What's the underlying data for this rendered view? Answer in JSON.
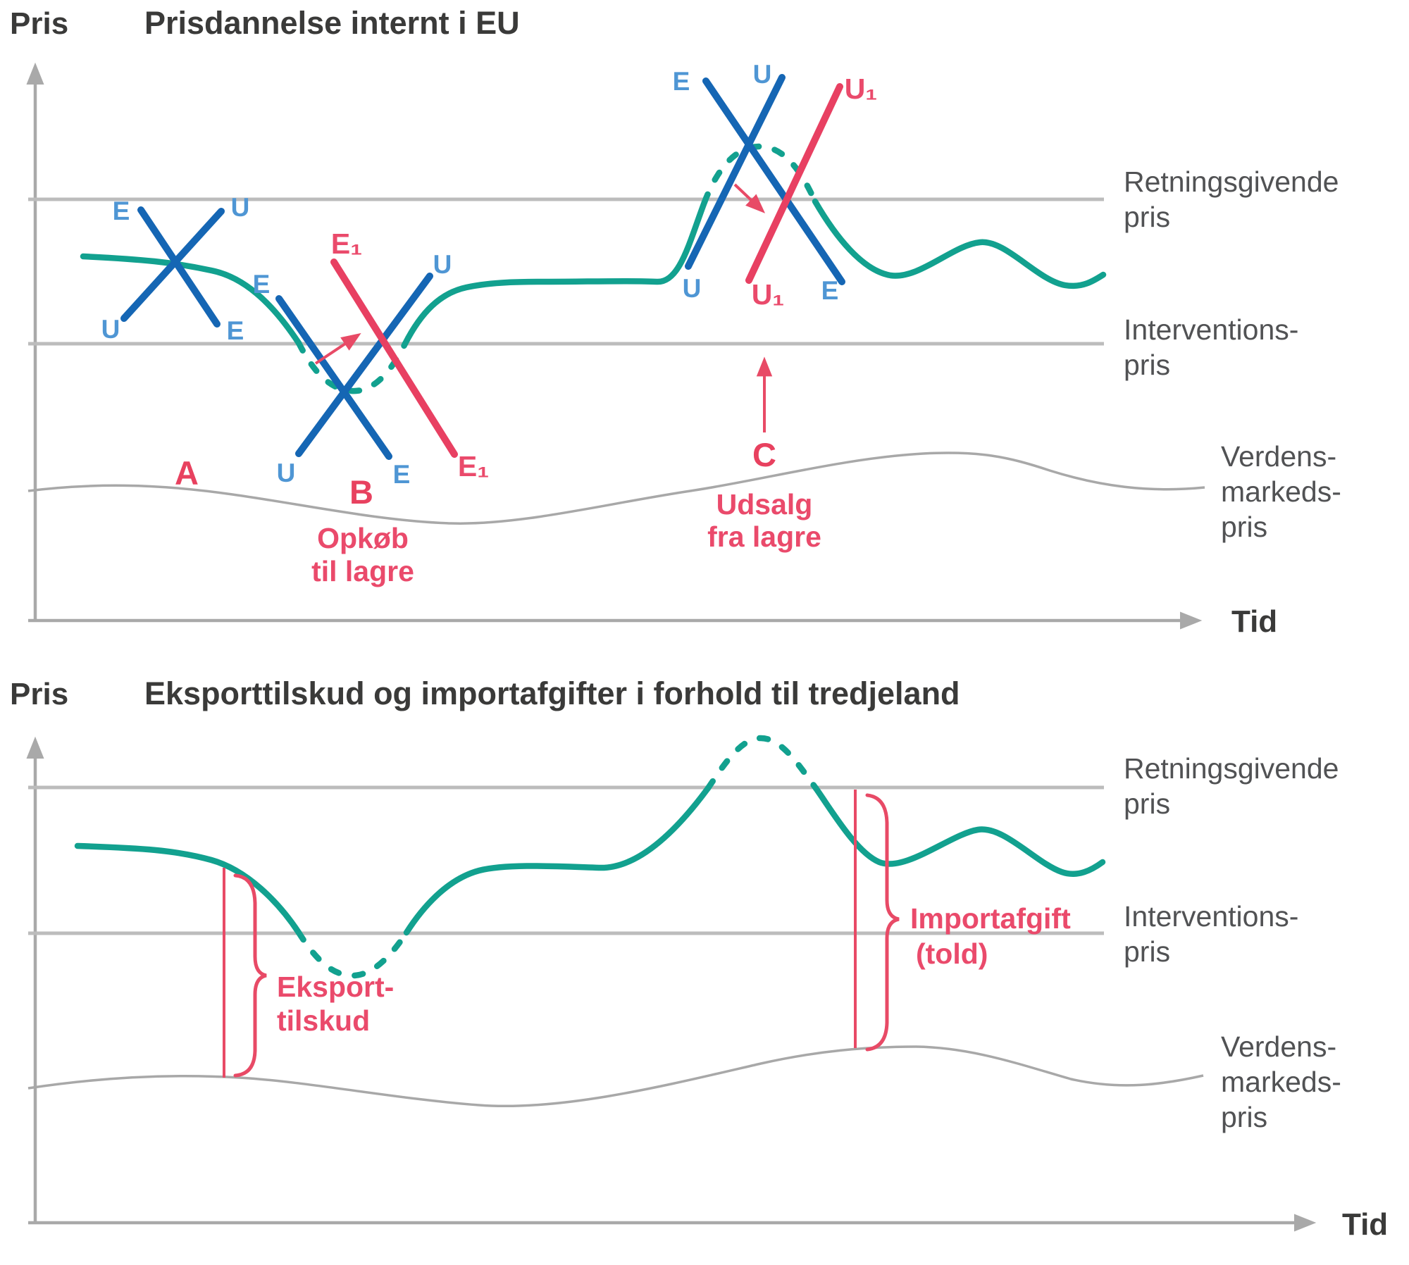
{
  "colors": {
    "eu_price_curve": "#12a18f",
    "supply_demand_blue": "#1566b4",
    "blue_label": "#4f96d4",
    "shift_red": "#e84062",
    "red_label": "#ea4a6b",
    "price_line_gray": "#bcbcbc",
    "world_curve_gray": "#a8a8a8",
    "heading_dark": "#3a3a39",
    "side_label_gray": "#515254"
  },
  "top": {
    "axis_price": "Pris",
    "title": "Prisdannelse internt i EU",
    "axis_time": "Tid",
    "guide_line1": "Retningsgivende",
    "guide_line2": "pris",
    "intervention_line1": "Interventions-",
    "intervention_line2": "pris",
    "world_line1": "Verdens-",
    "world_line2": "markeds-",
    "world_line3": "pris",
    "marker_a": "A",
    "marker_b": "B",
    "marker_c": "C",
    "caption_b_line1": "Opkøb",
    "caption_b_line2": "til lagre",
    "caption_c_line1": "Udsalg",
    "caption_c_line2": "fra lagre",
    "cross_a": {
      "e_top": "E",
      "u_top": "U",
      "u_bottom": "U",
      "e_bottom": "E"
    },
    "cross_b": {
      "e_top": "E",
      "e1_top": "E₁",
      "u_top": "U",
      "u_bottom": "U",
      "e_bottom": "E",
      "e1_bottom": "E₁"
    },
    "cross_c": {
      "e_top": "E",
      "u_top": "U",
      "u1_top": "U₁",
      "u_bottom": "U",
      "u1_bottom": "U₁",
      "e_bottom": "E"
    }
  },
  "bottom": {
    "axis_price": "Pris",
    "title": "Eksporttilskud og importafgifter i forhold til tredjeland",
    "axis_time": "Tid",
    "guide_line1": "Retningsgivende",
    "guide_line2": "pris",
    "intervention_line1": "Interventions-",
    "intervention_line2": "pris",
    "world_line1": "Verdens-",
    "world_line2": "markeds-",
    "world_line3": "pris",
    "export_line1": "Eksport-",
    "export_line2": "tilskud",
    "import_line1": "Importafgift",
    "import_line2": "(told)"
  }
}
